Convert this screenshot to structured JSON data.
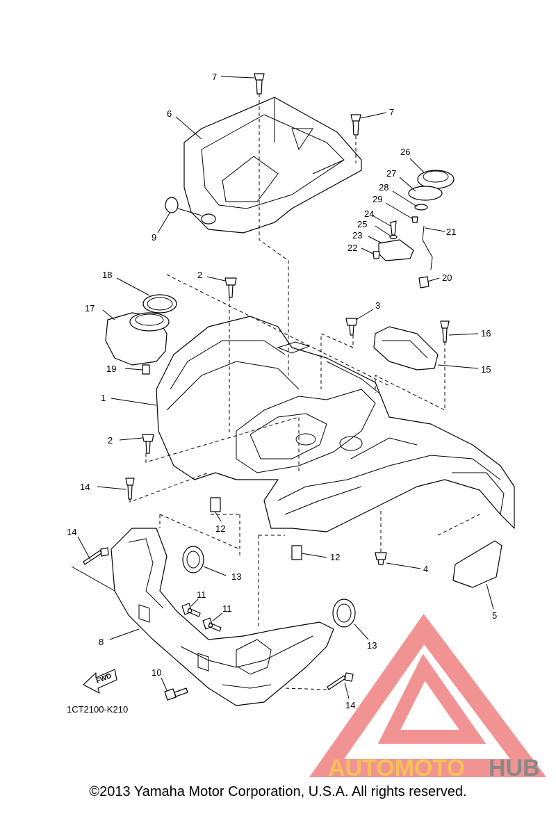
{
  "diagram": {
    "code": "1CT2100-K210",
    "fwd_label": "FWD",
    "copyright": "©2013 Yamaha Motor Corporation, U.S.A. All rights reserved.",
    "watermark": {
      "left": "AUTOMOTO",
      "right": "HUB",
      "left_color": "#f5c05a",
      "right_color": "#888888",
      "logo_color": "#f08080"
    },
    "callouts": [
      "7",
      "7",
      "6",
      "9",
      "26",
      "27",
      "28",
      "29",
      "24",
      "25",
      "21",
      "23",
      "22",
      "20",
      "2",
      "18",
      "17",
      "3",
      "16",
      "15",
      "19",
      "1",
      "2",
      "14",
      "12",
      "14",
      "13",
      "12",
      "4",
      "11",
      "11",
      "5",
      "8",
      "13",
      "10",
      "14"
    ]
  }
}
